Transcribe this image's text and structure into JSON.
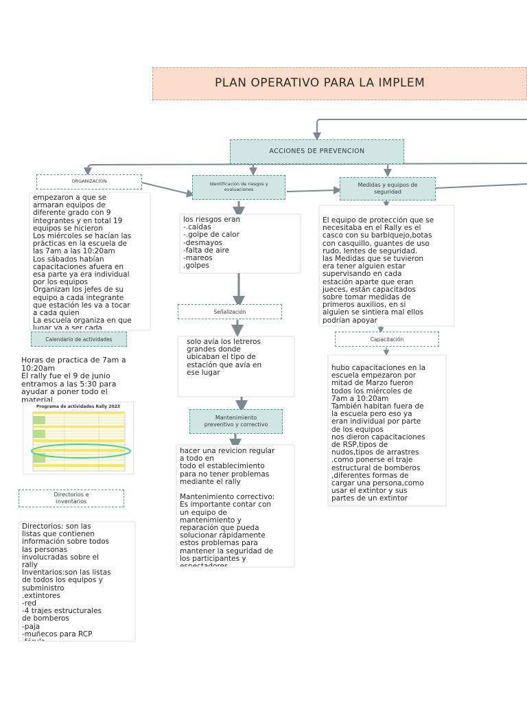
{
  "title": "PLAN OPERATIVO PARA LA IMPLEM",
  "nodes": {
    "acciones": "ACCIONES DE PREVENCION",
    "organizacion": "ORGANIZACION",
    "identificacion": "Identificación de riesgos y evaluaciones",
    "medidas": "Medidas y equipos de seguridad",
    "calendario": "Calendario de actividades",
    "senalizacion": "Señalización",
    "capacitacion": "Capacitación",
    "mantenimiento": "Mantenimiento preventivo y correctivo",
    "directorios": "Directorios e inventarios"
  },
  "texts": {
    "organizacion": "empezaron a que se\narmaran equipos de\ndiferente grado con 9\nintegrantes y en total 19\nequipos se hicieron\nLos miércoles se hacían las\nprácticas en la escuela de\nlas 7am a las 10:20am\nLos sábados habían\ncapacitaciones afuera en\nesa parte ya era individual\npor los equipos\nOrganizan los jefes de su\nequipo a cada integrante\nque estación les va a tocar\na cada quien\nLa escuela organiza en que\nlugar va a ser cada\nestación",
    "riesgos": "los riesgos eran\n-.caídas\n-.golpe de calor\n-desmayos\n-falta de aire\n-mareos\n.golpes",
    "medidas": "El equipo de protección que se\nnecesitaba en el Rally es el\ncasco con su barbiquejo,botas\ncon casquillo, guantes de uso\nrudo, lentes de seguridad.\nlas Medidas que se tuvieron\nera tener alguien estar\nsupervisando en cada\nestación aparte que eran\njueces, están capacitados\nsobre tomar medidas de\nprimeros auxilios, en si\nalguien se sintiera mal ellos\npodrían apoyar",
    "senalizacion": "solo avía los letreros\ngrandes donde\nubicaban el tipo de\nestación que avía en\nese lugar",
    "calendario": "Horas de practica de 7am a\n10:20am\nEl rally fue el 9 de junio\nentramos a las 5:30 para\nayudar a poner todo el\nmaterial",
    "capacitacion": "hubo capacitaciones en la\nescuela empezaron por\nmitad de Marzo fueron\ntodos los miércoles de\n7am a 10:20am\nTambién habitan fuera de\nla escuela pero eso ya\neran individual por parte\nde los equipos\nnos dieron capacitaciones\nde RSP,tipos de\nnudos,tipos de arrastres\n.como ponerse el traje\nestructural de bomberos\n,diferentes formas de\ncargar una persona,como\nusar el extintor y sus\npartes de un extintor",
    "mantenimiento": "hacer una revicion regular\na todo en\ntodo el establecimiento\npara no tener problemas\nmediante el rally\n\nMantenimiento correctivo:\nEs importante contar con\nun equipo de\nmantenimiento y\nreparación que pueda\nsolucionar rápidamente\nestos problemas para\nmantener la seguridad de\nlos participantes y\nespectadores.",
    "directorios": "Directorios: son las\nlistas que contienen\ninformación sobre todos\nlas personas\ninvolucradas sobre el\nrally\nInventarios:son las listas\nde todos los equipos y\nsubministro\n.extintores\n-red\n-4 trajes estructurales\nde bomberos\n-paja\n-muñecos para RCP\n-férula"
  },
  "schedule": {
    "title": "Programa de actividades Rally 2023"
  },
  "colors": {
    "title_bg": "#f9dcc9",
    "node_fill": "#cfe6e2",
    "node_border": "#4a9a88",
    "connector": "#7a8a90",
    "highlight": "#3fd48a"
  }
}
